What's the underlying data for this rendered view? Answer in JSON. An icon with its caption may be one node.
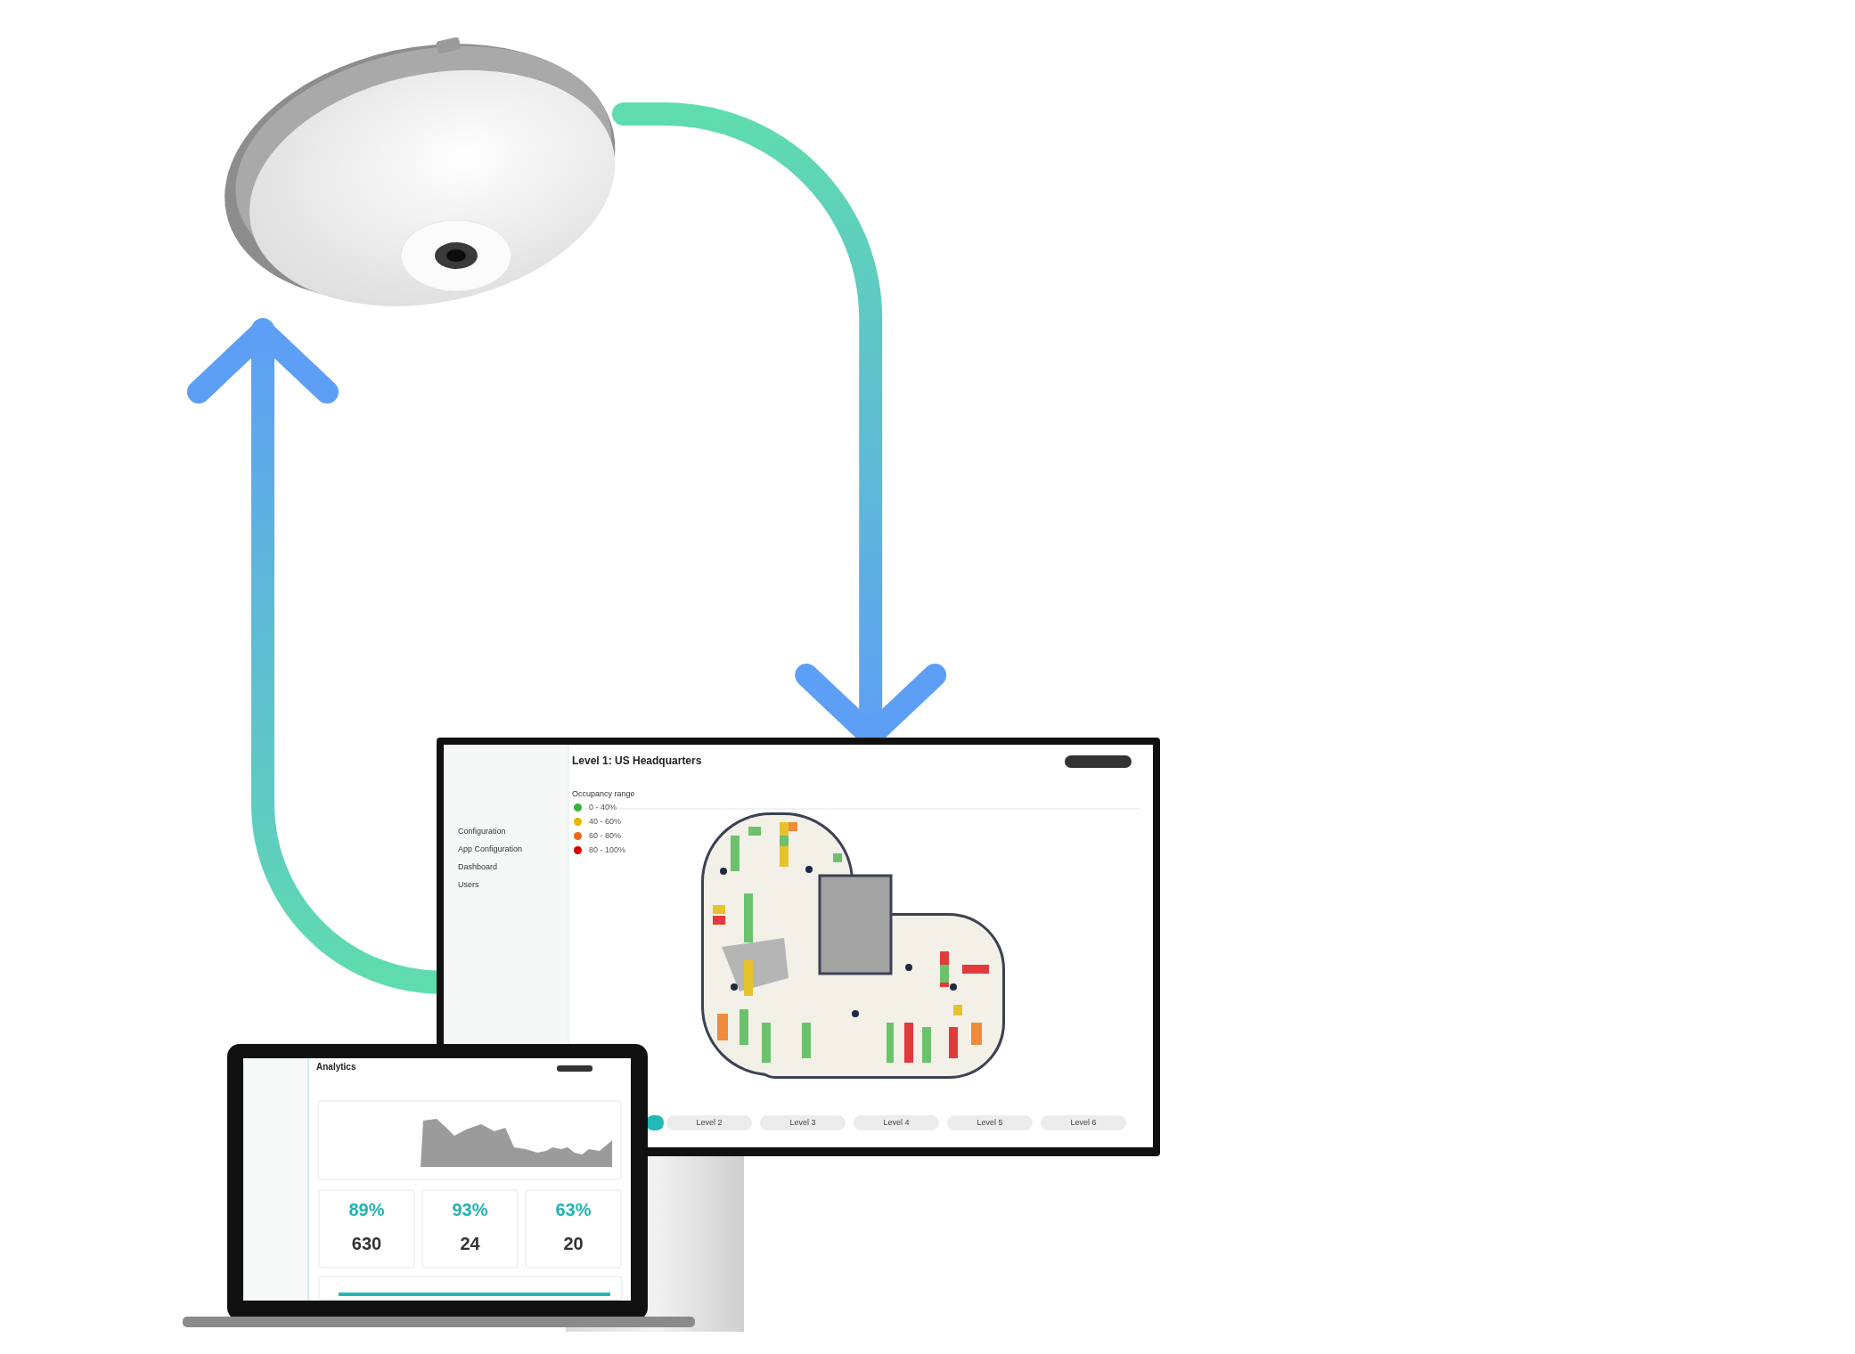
{
  "diagram": {
    "nodes": [
      {
        "text": [],
        "shape": "picture"
      },
      {
        "text": [],
        "shape": "picture"
      },
      {
        "text": [],
        "shape": "picture"
      }
    ],
    "edges": [
      {
        "from": 0,
        "to": 1,
        "arrow": "to"
      },
      {
        "from": 1,
        "to": 0,
        "arrow": "to"
      }
    ],
    "labels": [
      "Level 1: US Headquarters",
      "Configuration",
      "App Configuration",
      "Dashboard",
      "Users",
      "Occupancy range",
      "0 - 40%",
      "40 - 60%",
      "60 - 80%",
      "80 - 100%",
      "Level 2",
      "Level 3",
      "Level 4",
      "Level 5",
      "Level 6",
      "Analytics",
      "89%",
      "93%",
      "63%",
      "630",
      "24",
      "20"
    ]
  }
}
